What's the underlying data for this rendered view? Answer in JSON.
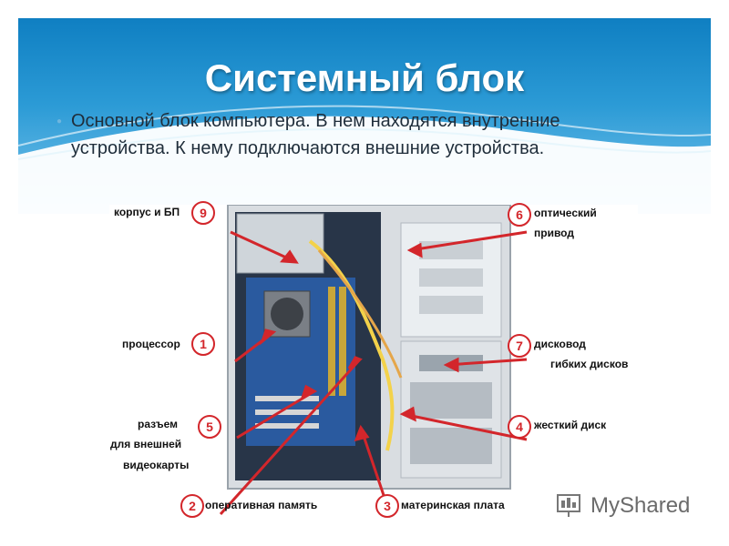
{
  "slide": {
    "title": "Системный блок",
    "bullet": "Основной блок компьютера. В нем находятся внутренние устройства. К нему подключаются внешние устройства."
  },
  "callouts": [
    {
      "num": "9",
      "text": "корпус и БП"
    },
    {
      "num": "1",
      "text": "процессор"
    },
    {
      "num": "5",
      "text": "разъем"
    },
    {
      "num": "5b",
      "text": "для внешней"
    },
    {
      "num": "5c",
      "text": "видеокарты"
    },
    {
      "num": "2",
      "text": "оперативная память"
    },
    {
      "num": "3",
      "text": "материнская плата"
    },
    {
      "num": "4",
      "text": "жесткий диск"
    },
    {
      "num": "7",
      "text": "дисковод"
    },
    {
      "num": "7b",
      "text": "гибких дисков"
    },
    {
      "num": "6",
      "text": "оптический"
    },
    {
      "num": "6b",
      "text": "привод"
    }
  ],
  "badges": {
    "b9": "9",
    "b1": "1",
    "b5": "5",
    "b2": "2",
    "b3": "3",
    "b4": "4",
    "b7": "7",
    "b6": "6"
  },
  "watermark": {
    "text": "MyShared"
  },
  "colors": {
    "header_top": "#0f7fc2",
    "header_bottom": "#7cc6ec",
    "arrow": "#d3262b"
  }
}
